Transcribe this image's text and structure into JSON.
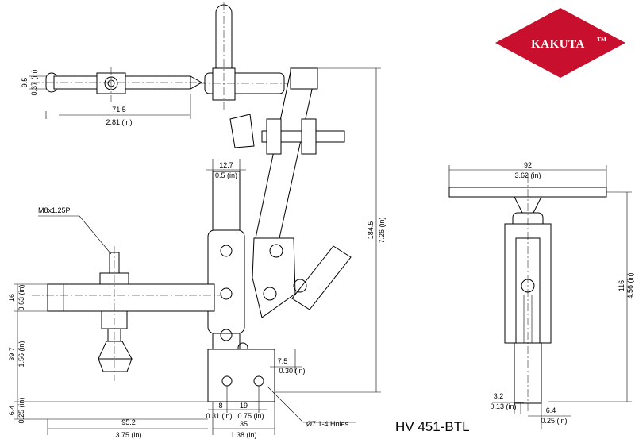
{
  "brand": {
    "name": "KAKUTA",
    "mark": "TM",
    "color": "#c8102e"
  },
  "model": "HV 451-BTL",
  "thread": "M8x1.25P",
  "holes": "Ø7.1-4 Holes",
  "dims": {
    "handle_h_mm": "9.5",
    "handle_h_in": "0.37 (in)",
    "handle_w_mm": "71.5",
    "handle_w_in": "2.81 (in)",
    "top_mm": "12.7",
    "top_in": "0.5 (in)",
    "height_mm": "184.5",
    "height_in": "7.26 (in)",
    "bar_mm": "16",
    "bar_in": "0.63 (in)",
    "mid_mm": "39.7",
    "mid_in": "1.56 (in)",
    "base_mm": "6.4",
    "base_in": "0.25 (in)",
    "reach_mm": "95.2",
    "reach_in": "3.75 (in)",
    "b8_mm": "8",
    "b8_in": "0.31 (in)",
    "b19_mm": "19",
    "b19_in": "0.75 (in)",
    "b35_mm": "35",
    "b35_in": "1.38 (in)",
    "b75_mm": "7.5",
    "b75_in": "0.30 (in)",
    "w92_mm": "92",
    "w92_in": "3.62 (in)",
    "h116_mm": "116",
    "h116_in": "4.56 (in)",
    "s32_mm": "3.2",
    "s32_in": "0.13 (in)",
    "s64_mm": "6.4",
    "s64_in": "0.25 (in)"
  }
}
